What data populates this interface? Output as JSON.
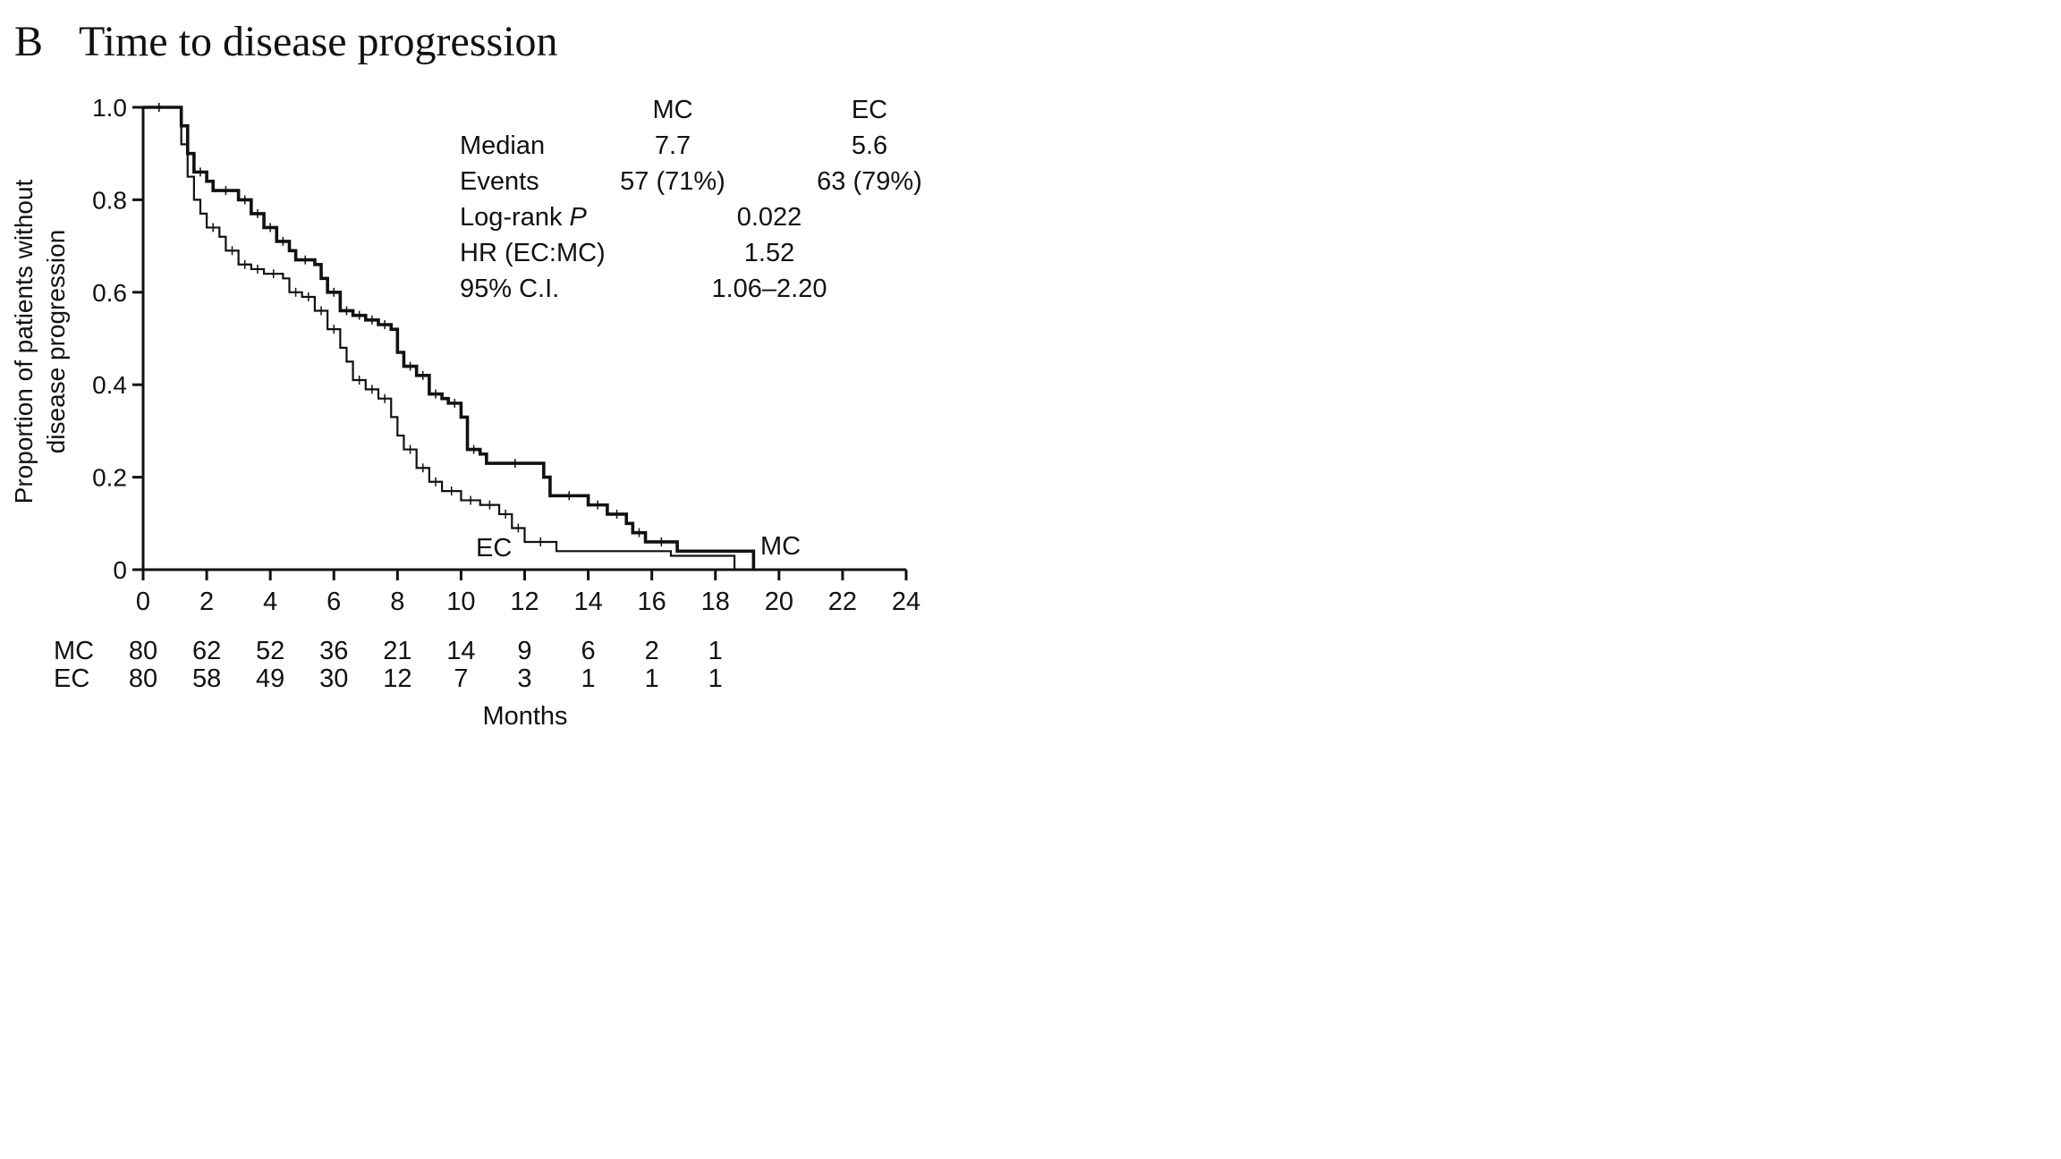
{
  "panel": {
    "letter": "B",
    "title": "Time to disease progression"
  },
  "chart_data": {
    "type": "line",
    "subtype": "kaplan-meier",
    "title": "Time to disease progression",
    "xlabel": "Months",
    "ylabel_lines": [
      "Proportion of patients without",
      "disease progression"
    ],
    "xlim": [
      0,
      24
    ],
    "ylim": [
      0,
      1.0
    ],
    "x_ticks": [
      0,
      2,
      4,
      6,
      8,
      10,
      12,
      14,
      16,
      18,
      20,
      22,
      24
    ],
    "y_ticks": [
      0,
      0.2,
      0.4,
      0.6,
      0.8,
      1.0
    ],
    "y_tick_labels": [
      "0",
      "0.2",
      "0.4",
      "0.6",
      "0.8",
      "1.0"
    ],
    "grid": false,
    "legend": "inline curve labels",
    "series": [
      {
        "name": "MC",
        "style": "thick",
        "points": [
          [
            0,
            1.0
          ],
          [
            1.0,
            1.0
          ],
          [
            1.2,
            0.96
          ],
          [
            1.4,
            0.9
          ],
          [
            1.6,
            0.86
          ],
          [
            2.0,
            0.84
          ],
          [
            2.2,
            0.82
          ],
          [
            3.0,
            0.8
          ],
          [
            3.4,
            0.77
          ],
          [
            3.8,
            0.74
          ],
          [
            4.2,
            0.71
          ],
          [
            4.6,
            0.69
          ],
          [
            4.8,
            0.67
          ],
          [
            5.4,
            0.66
          ],
          [
            5.6,
            0.63
          ],
          [
            5.8,
            0.6
          ],
          [
            6.2,
            0.56
          ],
          [
            6.6,
            0.55
          ],
          [
            7.0,
            0.54
          ],
          [
            7.4,
            0.53
          ],
          [
            7.8,
            0.52
          ],
          [
            8.0,
            0.47
          ],
          [
            8.2,
            0.44
          ],
          [
            8.6,
            0.42
          ],
          [
            9.0,
            0.38
          ],
          [
            9.4,
            0.37
          ],
          [
            9.6,
            0.36
          ],
          [
            10.0,
            0.33
          ],
          [
            10.2,
            0.26
          ],
          [
            10.6,
            0.25
          ],
          [
            10.8,
            0.23
          ],
          [
            12.6,
            0.2
          ],
          [
            12.8,
            0.16
          ],
          [
            14.0,
            0.14
          ],
          [
            14.6,
            0.12
          ],
          [
            15.2,
            0.1
          ],
          [
            15.4,
            0.08
          ],
          [
            15.8,
            0.06
          ],
          [
            16.8,
            0.04
          ],
          [
            18.0,
            0.04
          ],
          [
            19.2,
            0.03
          ],
          [
            19.2,
            0.0
          ]
        ]
      },
      {
        "name": "EC",
        "style": "thin",
        "points": [
          [
            0,
            1.0
          ],
          [
            1.0,
            1.0
          ],
          [
            1.2,
            0.92
          ],
          [
            1.4,
            0.85
          ],
          [
            1.6,
            0.8
          ],
          [
            1.8,
            0.77
          ],
          [
            2.0,
            0.74
          ],
          [
            2.4,
            0.72
          ],
          [
            2.6,
            0.69
          ],
          [
            3.0,
            0.66
          ],
          [
            3.4,
            0.65
          ],
          [
            3.8,
            0.64
          ],
          [
            4.4,
            0.63
          ],
          [
            4.6,
            0.6
          ],
          [
            5.0,
            0.59
          ],
          [
            5.4,
            0.56
          ],
          [
            5.8,
            0.52
          ],
          [
            6.2,
            0.48
          ],
          [
            6.4,
            0.45
          ],
          [
            6.6,
            0.41
          ],
          [
            7.0,
            0.39
          ],
          [
            7.4,
            0.37
          ],
          [
            7.8,
            0.33
          ],
          [
            8.0,
            0.29
          ],
          [
            8.2,
            0.26
          ],
          [
            8.6,
            0.22
          ],
          [
            9.0,
            0.19
          ],
          [
            9.4,
            0.17
          ],
          [
            10.0,
            0.15
          ],
          [
            10.6,
            0.14
          ],
          [
            11.2,
            0.12
          ],
          [
            11.6,
            0.09
          ],
          [
            12.0,
            0.06
          ],
          [
            13.0,
            0.04
          ],
          [
            14.0,
            0.04
          ],
          [
            16.6,
            0.03
          ],
          [
            18.0,
            0.03
          ],
          [
            18.6,
            0.03
          ],
          [
            18.6,
            0.0
          ]
        ]
      }
    ],
    "curve_labels": [
      {
        "text": "EC",
        "x": 11.0,
        "y": 0.05
      },
      {
        "text": "MC",
        "x": 20.0,
        "y": 0.05
      }
    ],
    "stats_table": {
      "col_headers": [
        "MC",
        "EC"
      ],
      "rows": [
        {
          "label": "Median",
          "values": [
            "7.7",
            "5.6"
          ]
        },
        {
          "label": "Events",
          "values": [
            "57 (71%)",
            "63 (79%)"
          ]
        },
        {
          "label_main": "Log-rank ",
          "label_italic": "P",
          "value": "0.022"
        },
        {
          "label": "HR (EC:MC)",
          "value": "1.52"
        },
        {
          "label": "95% C.I.",
          "value": "1.06–2.20"
        }
      ]
    },
    "at_risk": {
      "x": [
        0,
        2,
        4,
        6,
        8,
        10,
        12,
        14,
        16,
        18
      ],
      "rows": [
        {
          "label": "MC",
          "values": [
            "80",
            "62",
            "52",
            "36",
            "21",
            "14",
            "9",
            "6",
            "2",
            "1"
          ]
        },
        {
          "label": "EC",
          "values": [
            "80",
            "58",
            "49",
            "30",
            "12",
            "7",
            "3",
            "1",
            "1",
            "1"
          ]
        }
      ]
    }
  }
}
